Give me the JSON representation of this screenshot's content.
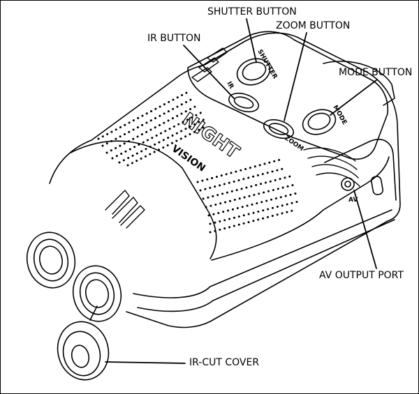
{
  "callouts": {
    "shutter": "SHUTTER BUTTON",
    "ir": "IR BUTTON",
    "zoom": "ZOOM BUTTON",
    "mode": "MODE BUTTON",
    "av": "AV OUTPUT PORT",
    "ir_cut": "IR-CUT COVER"
  },
  "device_markings": {
    "night": "NIGHT",
    "vision": "VISION",
    "shutter": "SHUTTER",
    "ir": "IR",
    "zoom": "ZOOM",
    "mode": "MODE",
    "av": "AV"
  },
  "colors": {
    "line": "#000000",
    "background": "#ffffff"
  }
}
